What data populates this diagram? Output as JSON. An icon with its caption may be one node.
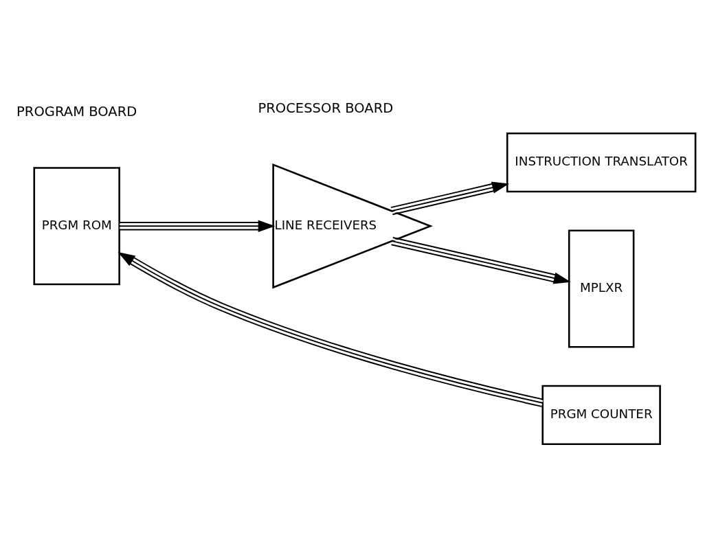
{
  "diagram": {
    "nodes": [
      {
        "text": [
          "PRGM ROM"
        ]
      },
      {
        "text": [
          "PRGM COUNTER"
        ]
      },
      {
        "text": [
          "LINE RECEIVERS"
        ]
      },
      {
        "text": [
          "INSTRUCTION TRANSLATOR"
        ]
      },
      {
        "text": [
          "MPLXR"
        ]
      }
    ],
    "edges": [
      {
        "from": 1,
        "to": 0,
        "arrow": "to"
      },
      {
        "from": 0,
        "to": 2,
        "arrow": "to"
      },
      {
        "from": 2,
        "to": 3,
        "arrow": "to"
      },
      {
        "from": 2,
        "to": 4,
        "arrow": "to"
      }
    ],
    "labels": [
      "PROGRAM BOARD",
      "PROCESSOR BOARD"
    ]
  }
}
